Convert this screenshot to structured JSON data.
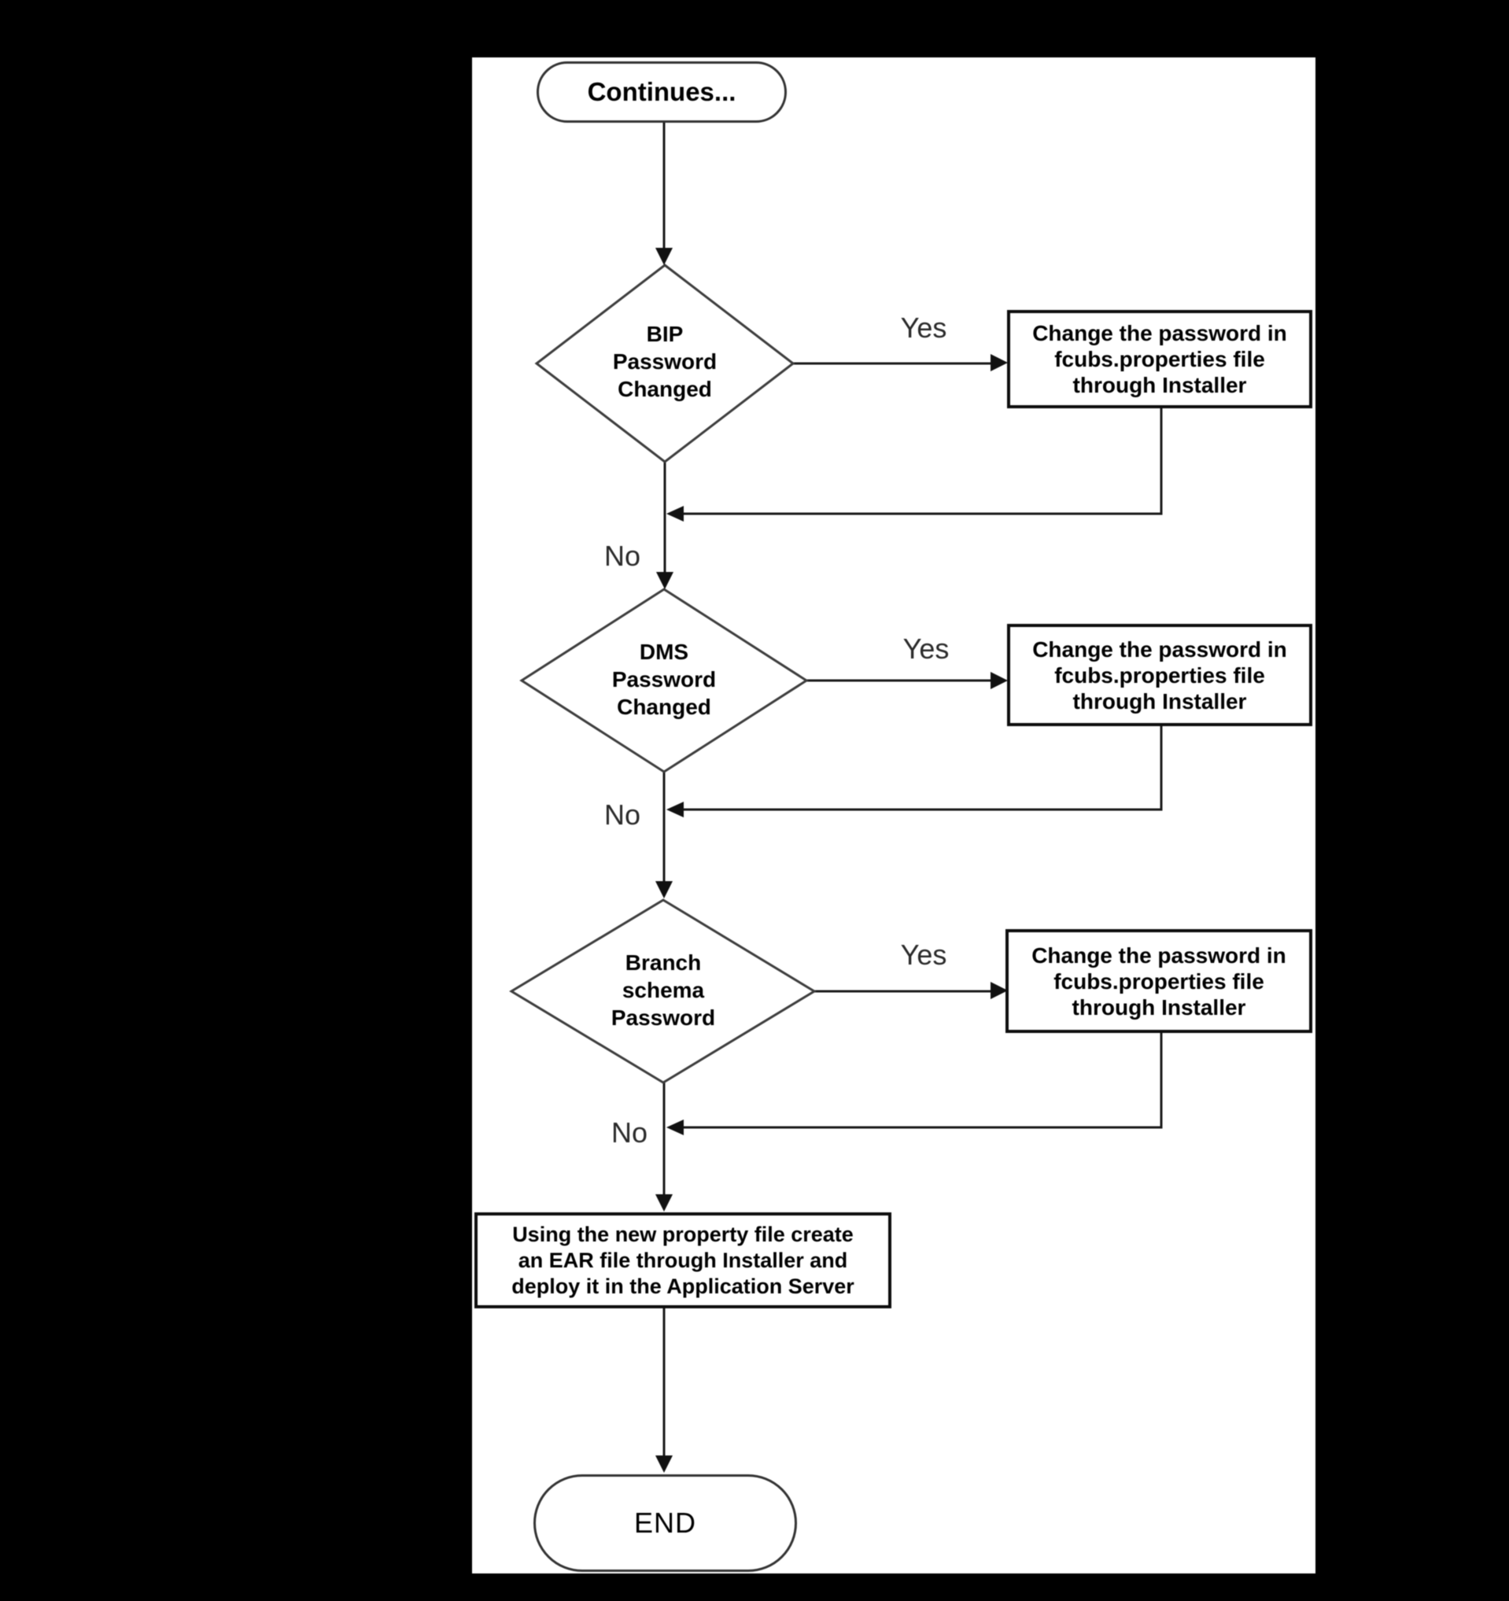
{
  "page": {
    "background_color": "#000000",
    "sheet_color": "#ffffff",
    "line_color": "#1a1a1a",
    "shape_stroke_color": "#333333",
    "text_color": "#000000"
  },
  "flowchart": {
    "start_label": "Continues...",
    "end_label": "END",
    "decisions": [
      {
        "lines": [
          "BIP",
          "Password",
          "Changed"
        ],
        "yes_label": "Yes",
        "no_label": "No",
        "action_lines": [
          "Change the password in",
          "fcubs.properties file",
          "through Installer"
        ]
      },
      {
        "lines": [
          "DMS",
          "Password",
          "Changed"
        ],
        "yes_label": "Yes",
        "no_label": "No",
        "action_lines": [
          "Change the password in",
          "fcubs.properties file",
          "through Installer"
        ]
      },
      {
        "lines": [
          "Branch",
          "schema",
          "Password"
        ],
        "yes_label": "Yes",
        "no_label": "No",
        "action_lines": [
          "Change the password in",
          "fcubs.properties file",
          "through Installer"
        ]
      }
    ],
    "final_lines": [
      "Using the new property file create",
      "an EAR file through Installer and",
      "deploy it in the Application Server"
    ]
  }
}
